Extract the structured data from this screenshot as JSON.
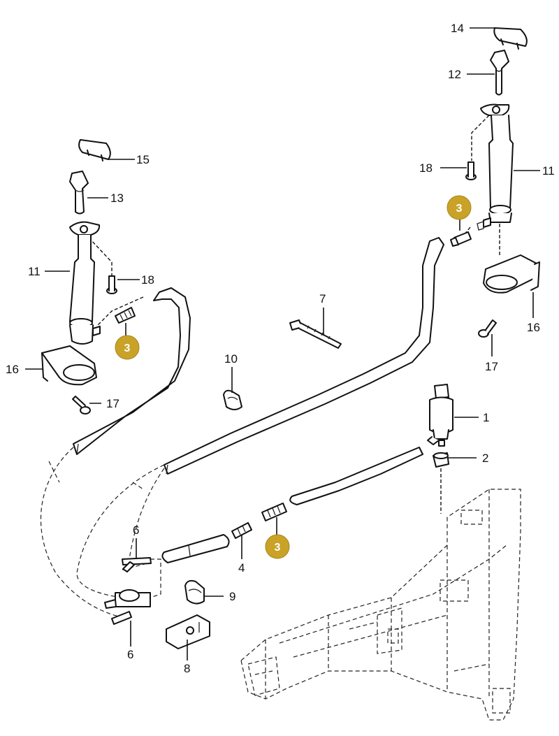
{
  "callouts": {
    "c14": "14",
    "c12": "12",
    "c15": "15",
    "c13": "13",
    "c18_right": "18",
    "c11_right": "11",
    "c11_left": "11",
    "c18_left": "18",
    "c7": "7",
    "c16_right": "16",
    "c16_left": "16",
    "c17_right": "17",
    "c17_left": "17",
    "c10": "10",
    "c1": "1",
    "c2": "2",
    "c6_top": "6",
    "c4": "4",
    "c9": "9",
    "c6_bottom": "6",
    "c8": "8"
  },
  "badges": {
    "b3_left": "3",
    "b3_right": "3",
    "b3_center": "3"
  },
  "colors": {
    "badge_fill": "#c9a227",
    "line": "#111111",
    "background": "#ffffff"
  }
}
